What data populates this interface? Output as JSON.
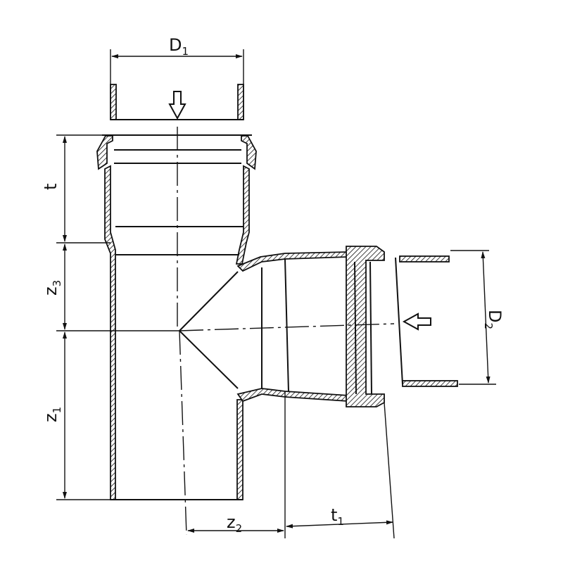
{
  "labels": {
    "D1": {
      "main": "D",
      "sub": "1"
    },
    "D2": {
      "main": "D",
      "sub": "2"
    },
    "t": {
      "main": "t",
      "sub": ""
    },
    "z3": {
      "main": "z",
      "sub": "3"
    },
    "z1": {
      "main": "z",
      "sub": "1"
    },
    "z2": {
      "main": "z",
      "sub": "2"
    },
    "t1": {
      "main": "t",
      "sub": "1"
    }
  }
}
